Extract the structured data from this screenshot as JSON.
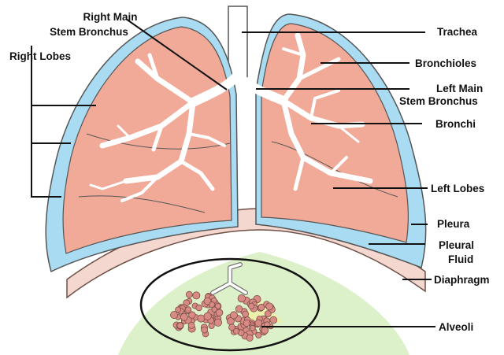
{
  "colors": {
    "lung_fill": "#f2aa98",
    "pleura": "#a9dcf2",
    "airway": "#ffffff",
    "diaphragm": "#f4d7cf",
    "alveoli": "#d88b84",
    "background_watermark": "#d8efc4",
    "line": "#111111"
  },
  "labels": {
    "right_main_stem_1": "Right Main",
    "right_main_stem_2": "Stem Bronchus",
    "right_lobes": "Right Lobes",
    "trachea": "Trachea",
    "bronchioles": "Bronchioles",
    "left_main_stem_1": "Left Main",
    "left_main_stem_2": "Stem Bronchus",
    "bronchi": "Bronchi",
    "left_lobes": "Left Lobes",
    "pleura": "Pleura",
    "pleural_fluid_1": "Pleural",
    "pleural_fluid_2": "Fluid",
    "diaphragm": "Diaphragm",
    "alveoli": "Alveoli"
  }
}
